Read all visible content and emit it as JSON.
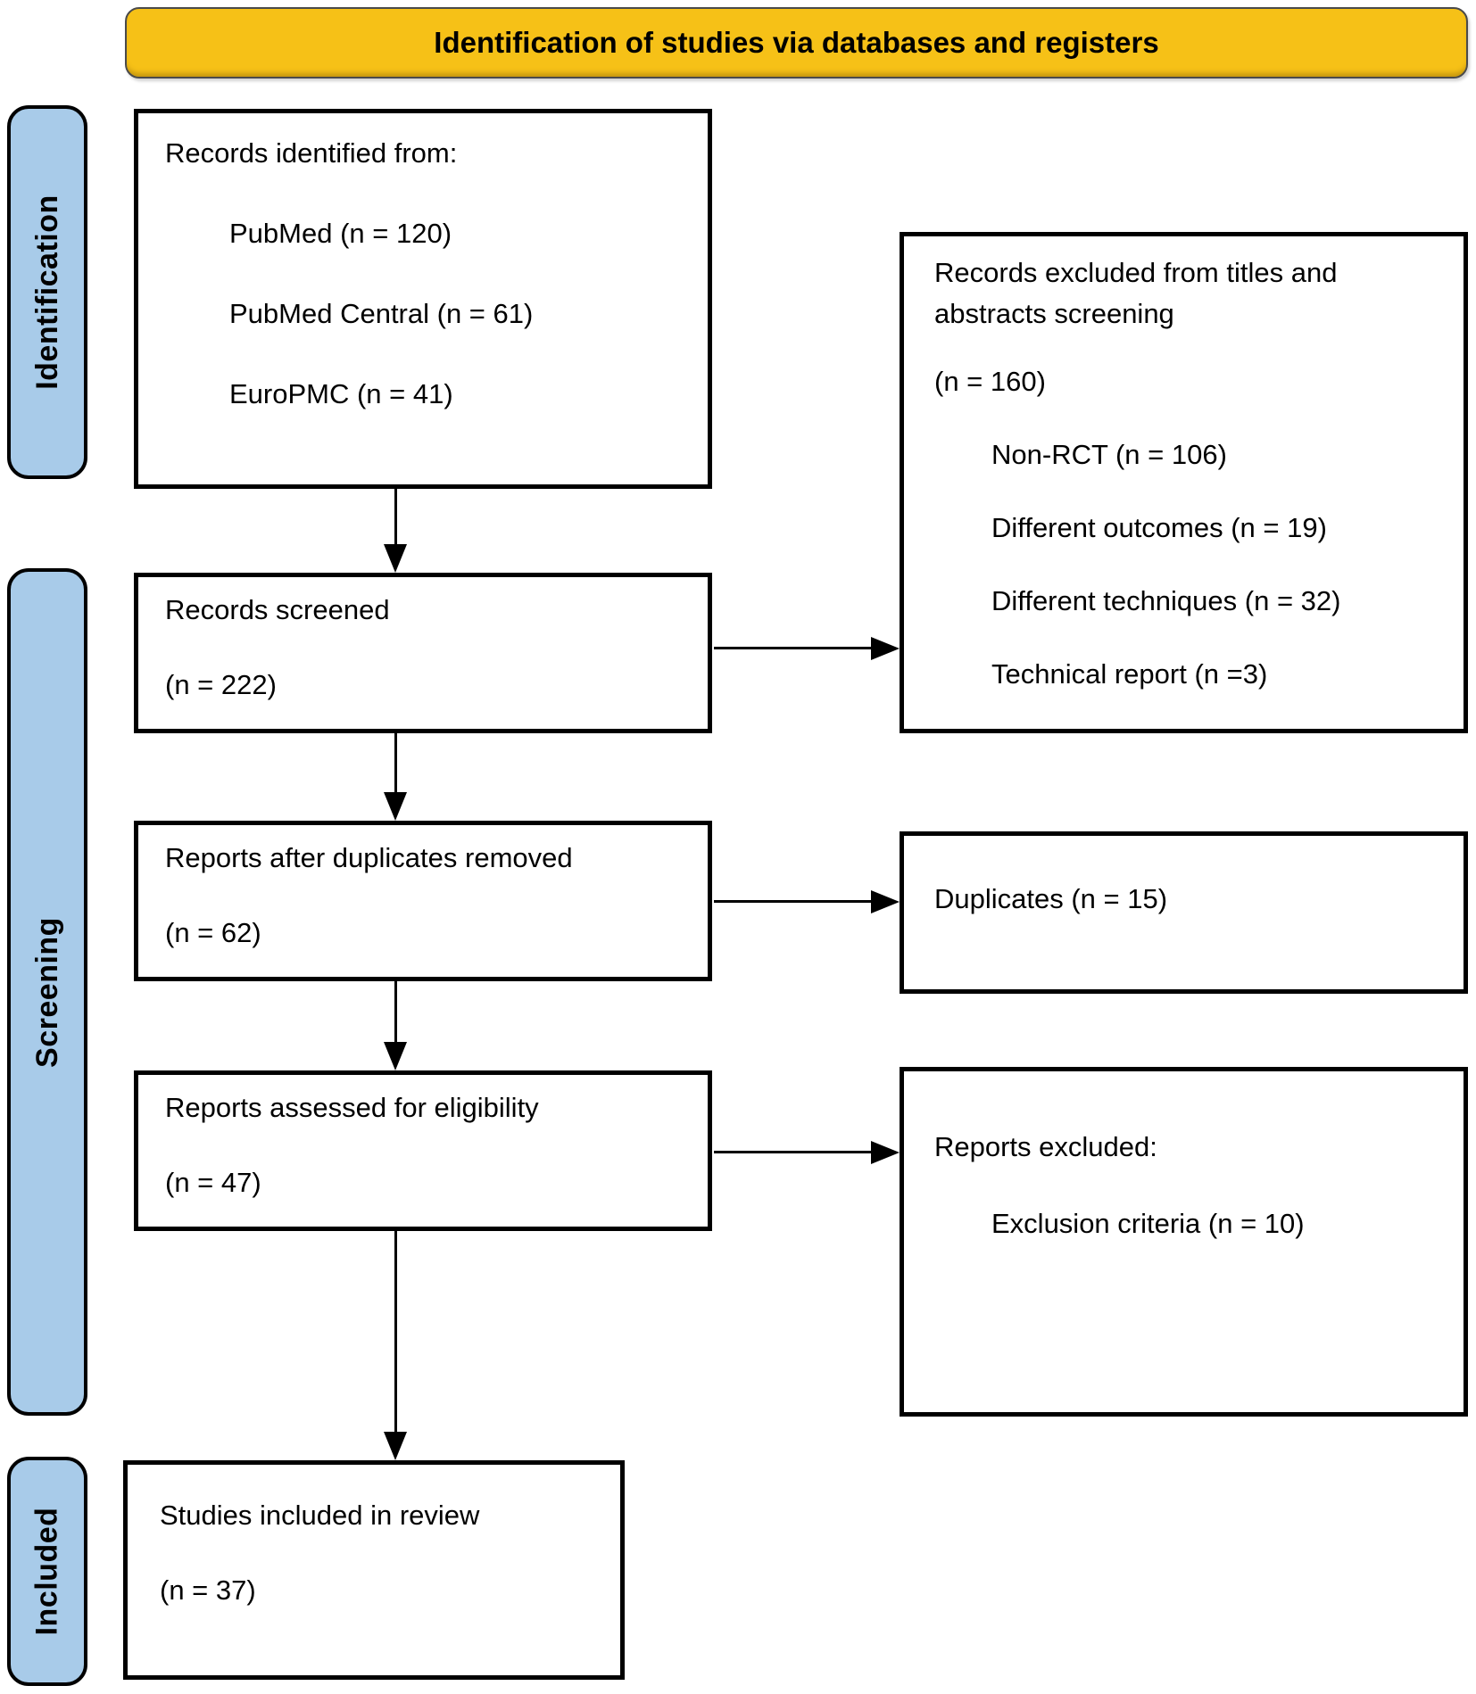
{
  "header": {
    "title": "Identification of studies via databases and registers"
  },
  "colors": {
    "header_bg": "#F6C117",
    "stage_bg": "#A8CBE9",
    "box_border": "#000000"
  },
  "stages": {
    "identification": "Identification",
    "screening": "Screening",
    "included": "Included"
  },
  "flow": {
    "identified": {
      "title": "Records identified from:",
      "items": [
        "PubMed (n = 120)",
        "PubMed Central (n = 61)",
        "EuroPMC (n = 41)"
      ]
    },
    "screened": {
      "line1": "Records screened",
      "line2": "(n = 222)"
    },
    "after_duplicates": {
      "line1": "Reports after duplicates removed",
      "line2": "(n = 62)"
    },
    "assessed": {
      "line1": "Reports assessed for eligibility",
      "line2": "(n = 47)"
    },
    "included_review": {
      "line1": "Studies included in review",
      "line2": "(n = 37)"
    }
  },
  "exclusions": {
    "title_abstract": {
      "title": "Records excluded from titles and abstracts screening",
      "count": "(n = 160)",
      "items": [
        "Non-RCT (n = 106)",
        "Different outcomes (n = 19)",
        "Different techniques (n = 32)",
        "Technical report (n =3)"
      ]
    },
    "duplicates": {
      "line1": "Duplicates (n = 15)"
    },
    "reports_excluded": {
      "title": "Reports excluded:",
      "items": [
        "Exclusion criteria (n = 10)"
      ]
    }
  }
}
